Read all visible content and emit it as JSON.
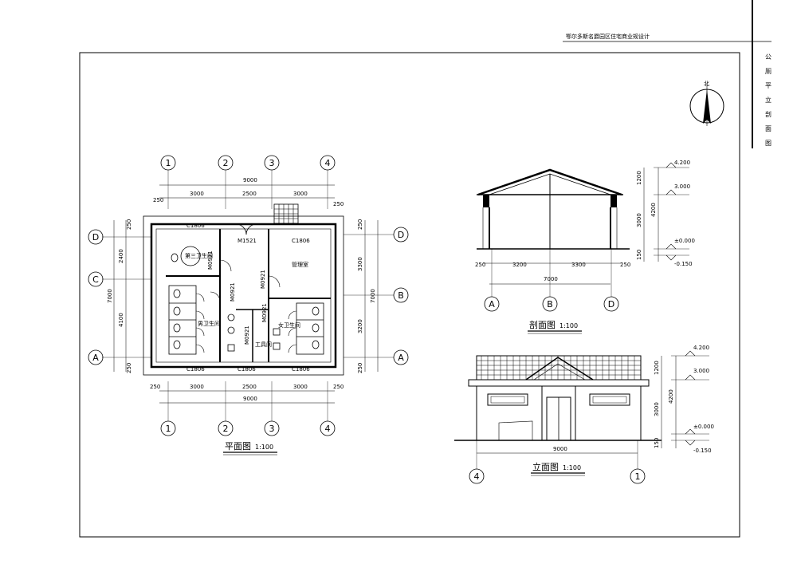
{
  "project_title": "鄂尔多斯名爵园区住宅商业规设计",
  "sheet_title_chars": [
    "公",
    "厕",
    "平",
    "立",
    "剖",
    "面",
    "图"
  ],
  "north_label": "北",
  "plan": {
    "title": "平面图",
    "scale": "1:100",
    "axis_top": [
      "1",
      "2",
      "3",
      "4"
    ],
    "axis_bottom": [
      "1",
      "2",
      "3",
      "4"
    ],
    "axis_left": [
      "D",
      "C",
      "A"
    ],
    "axis_right": [
      "D",
      "B",
      "A"
    ],
    "dim_top_total": "9000",
    "dim_top_parts": [
      "250",
      "3000",
      "2500",
      "3000",
      "250"
    ],
    "dim_bottom_total": "9000",
    "dim_bottom_parts": [
      "250",
      "3000",
      "2500",
      "3000",
      "250"
    ],
    "dim_left": [
      "250",
      "2400",
      "7000",
      "4100",
      "250"
    ],
    "dim_right": [
      "250",
      "3300",
      "7000",
      "3200",
      "250"
    ],
    "windows_top": [
      "C1806",
      "C1806"
    ],
    "windows_bottom": [
      "C1806",
      "C1806",
      "C1806"
    ],
    "doors": [
      "M1521",
      "M0921",
      "M0921",
      "M0921",
      "M0921",
      "M0921"
    ],
    "rooms": {
      "third_wc": "第三卫生间",
      "admin": "管理室",
      "male_wc": "男卫生间",
      "female_wc": "女卫生间",
      "tool": "工具间"
    }
  },
  "section": {
    "title": "剖面图",
    "scale": "1:100",
    "axis": [
      "A",
      "B",
      "D"
    ],
    "dim_bottom_parts": [
      "250",
      "3200",
      "3300",
      "250"
    ],
    "dim_bottom_total": "7000",
    "dim_right_parts": [
      "1200",
      "3000",
      "150"
    ],
    "dim_right_total": "4200",
    "levels": [
      "4.200",
      "3.000",
      "±0.000",
      "-0.150"
    ]
  },
  "elevation": {
    "title": "立面图",
    "scale": "1:100",
    "axis": [
      "4",
      "1"
    ],
    "dim_bottom_total": "9000",
    "dim_right_parts": [
      "1200",
      "3000",
      "150"
    ],
    "dim_right_total": "4200",
    "levels": [
      "4.200",
      "3.000",
      "±0.000",
      "-0.150"
    ]
  }
}
